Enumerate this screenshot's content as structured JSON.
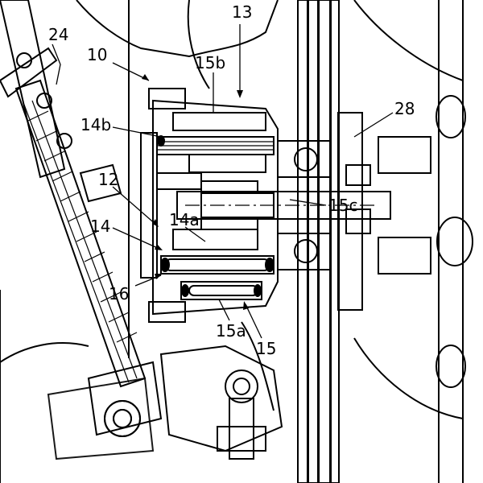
{
  "diagram": {
    "colors": {
      "line": "#000000",
      "background": "#ffffff"
    },
    "labels": [
      {
        "id": "label-24",
        "text": "24"
      },
      {
        "id": "label-10",
        "text": "10"
      },
      {
        "id": "label-13",
        "text": "13"
      },
      {
        "id": "label-15b",
        "text": "15b"
      },
      {
        "id": "label-14b",
        "text": "14b"
      },
      {
        "id": "label-28",
        "text": "28"
      },
      {
        "id": "label-12",
        "text": "12"
      },
      {
        "id": "label-15c",
        "text": "15c"
      },
      {
        "id": "label-14",
        "text": "14"
      },
      {
        "id": "label-14a",
        "text": "14a"
      },
      {
        "id": "label-16",
        "text": "16"
      },
      {
        "id": "label-15a",
        "text": "15a"
      },
      {
        "id": "label-15",
        "text": "15"
      }
    ]
  }
}
